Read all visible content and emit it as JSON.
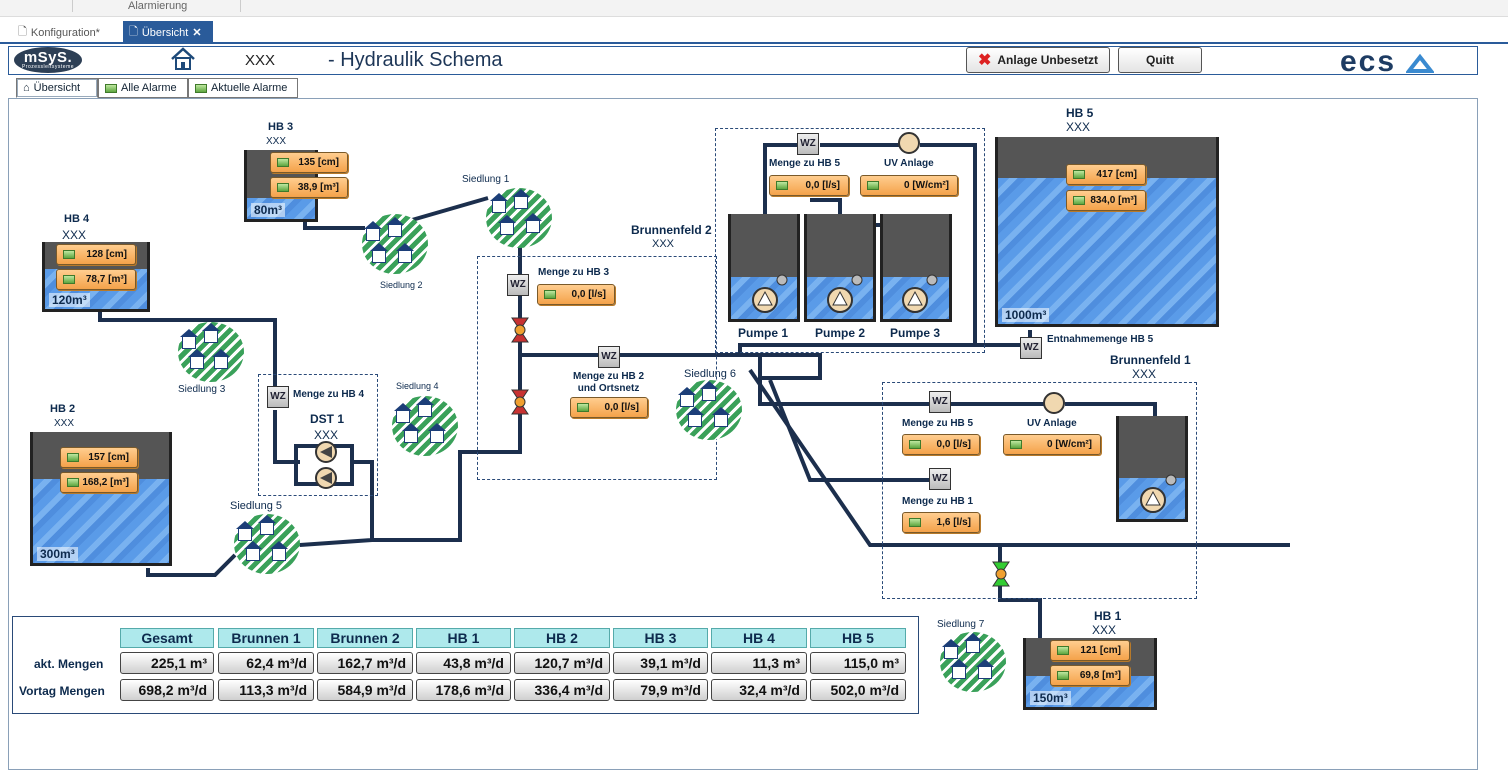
{
  "topbar": {
    "label": "Alarmierung"
  },
  "doc_tabs": [
    {
      "label": "Konfiguration*"
    },
    {
      "label": "Übersicht"
    }
  ],
  "header": {
    "xxx": "XXX",
    "title": "- Hydraulik Schema",
    "btn_unbesetzt": "Anlage Unbesetzt",
    "btn_quitt": "Quitt",
    "logo_left": "mSyS.",
    "logo_left_small": "Prozessleitsysteme",
    "logo_right": "ecs"
  },
  "sub_tabs": [
    {
      "label": "Übersicht"
    },
    {
      "label": "Alle Alarme"
    },
    {
      "label": "Aktuelle Alarme"
    }
  ],
  "tanks": {
    "hb3": {
      "name": "HB 3",
      "sub": "XXX",
      "level": "135 [cm]",
      "volume": "38,9 [m³]",
      "cap": "80m³"
    },
    "hb4": {
      "name": "HB 4",
      "sub": "XXX",
      "level": "128 [cm]",
      "volume": "78,7 [m³]",
      "cap": "120m³"
    },
    "hb2": {
      "name": "HB 2",
      "sub": "XXX",
      "level": "157 [cm]",
      "volume": "168,2 [m³]",
      "cap": "300m³"
    },
    "hb5": {
      "name": "HB 5",
      "sub": "XXX",
      "level": "417 [cm]",
      "volume": "834,0 [m³]",
      "cap": "1000m³"
    },
    "hb1": {
      "name": "HB 1",
      "sub": "XXX",
      "level": "121 [cm]",
      "volume": "69,8 [m³]",
      "cap": "150m³"
    }
  },
  "settlements": {
    "s1": "Siedlung 1",
    "s2": "Siedlung 2",
    "s3": "Siedlung 3",
    "s4": "Siedlung 4",
    "s5": "Siedlung 5",
    "s6": "Siedlung 6",
    "s7": "Siedlung 7"
  },
  "meters": {
    "hb3": {
      "label": "Menge zu HB 3",
      "value": "0,0 [l/s]"
    },
    "hb4": {
      "label": "Menge zu HB 4"
    },
    "hb2": {
      "label": "Menge zu HB 2\nund Ortsnetz",
      "value": "0,0 [l/s]"
    },
    "bf2_hb5": {
      "label": "Menge zu HB 5",
      "value": "0,0 [l/s]"
    },
    "bf2_uv": {
      "label": "UV Anlage",
      "value": "0 [W/cm²]"
    },
    "entnahme": {
      "label": "Entnahmemenge HB 5"
    },
    "bf1_hb5": {
      "label": "Menge zu HB 5",
      "value": "0,0 [l/s]"
    },
    "bf1_uv": {
      "label": "UV Anlage",
      "value": "0 [W/cm²]"
    },
    "bf1_hb1": {
      "label": "Menge zu HB 1",
      "value": "1,6 [l/s]"
    },
    "wz": "WZ"
  },
  "dst1": {
    "name": "DST 1",
    "sub": "XXX"
  },
  "brunnenfeld2": {
    "name": "Brunnenfeld 2",
    "sub": "XXX"
  },
  "brunnenfeld1": {
    "name": "Brunnenfeld 1",
    "sub": "XXX"
  },
  "pumps": {
    "p1": "Pumpe 1",
    "p2": "Pumpe 2",
    "p3": "Pumpe 3"
  },
  "table": {
    "headers": [
      "Gesamt",
      "Brunnen 1",
      "Brunnen 2",
      "HB 1",
      "HB 2",
      "HB 3",
      "HB 4",
      "HB 5"
    ],
    "row1_label": "akt. Mengen",
    "row1": [
      "225,1 m³",
      "62,4 m³/d",
      "162,7 m³/d",
      "43,8 m³/d",
      "120,7 m³/d",
      "39,1 m³/d",
      "11,3 m³",
      "115,0 m³"
    ],
    "row2_label": "Vortag Mengen",
    "row2": [
      "698,2 m³/d",
      "113,3 m³/d",
      "584,9 m³/d",
      "178,6 m³/d",
      "336,4 m³/d",
      "79,9 m³/d",
      "32,4 m³/d",
      "502,0 m³/d"
    ]
  },
  "colors": {
    "accent": "#2a5b9a",
    "pipe": "#1c2f4d",
    "value_bg": "#f4a24a",
    "header_cell": "#aee9ec"
  }
}
